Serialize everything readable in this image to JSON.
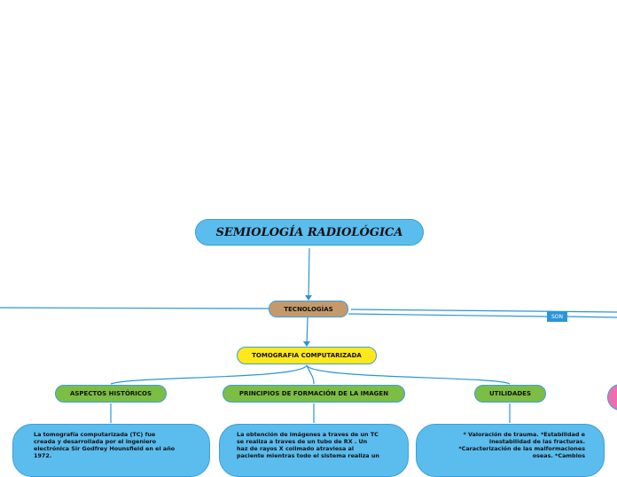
{
  "root": {
    "title": "SEMIOLOGÍA RADIOLÓGICA"
  },
  "tecnologias": {
    "label": "TECNOLOGÍAS"
  },
  "son_label": "SON",
  "tomografia": {
    "label": "TOMOGRAFIA COMPUTARIZADA"
  },
  "branches": [
    {
      "label": "ASPECTOS HISTÓRICOS"
    },
    {
      "label": "PRINCIPIOS DE FORMACIÓN DE LA IMAGEN"
    },
    {
      "label": "UTILIDADES"
    }
  ],
  "details": [
    {
      "lines": [
        "La tomografía computarizada (TC) fue",
        "creada y desarrollada por el ingeniero",
        "electrónica Sir Godfrey Hounsfield en el año",
        "1972."
      ]
    },
    {
      "lines": [
        "La obtención de imágenes a traves de un TC",
        "se realiza a traves de un tubo de RX . Un",
        "haz de rayos X colimado atraviesa al",
        "paciente mientras todo el sistema realiza un"
      ]
    },
    {
      "lines": [
        "* Valoración de trauma. *Estabilidad e",
        "inestabilidad de las fracturas.",
        "*Caracterización de las malformaciones",
        "oseas. *Cambios"
      ]
    }
  ],
  "colors": {
    "connector": "#2b95d8",
    "root_fill": "#5bbcee",
    "tecnologias_fill": "#c49a6c",
    "tomografia_fill": "#ffe81a",
    "branch_fill": "#7cbd45",
    "offscreen_node_fill": "#ee6fb0"
  }
}
